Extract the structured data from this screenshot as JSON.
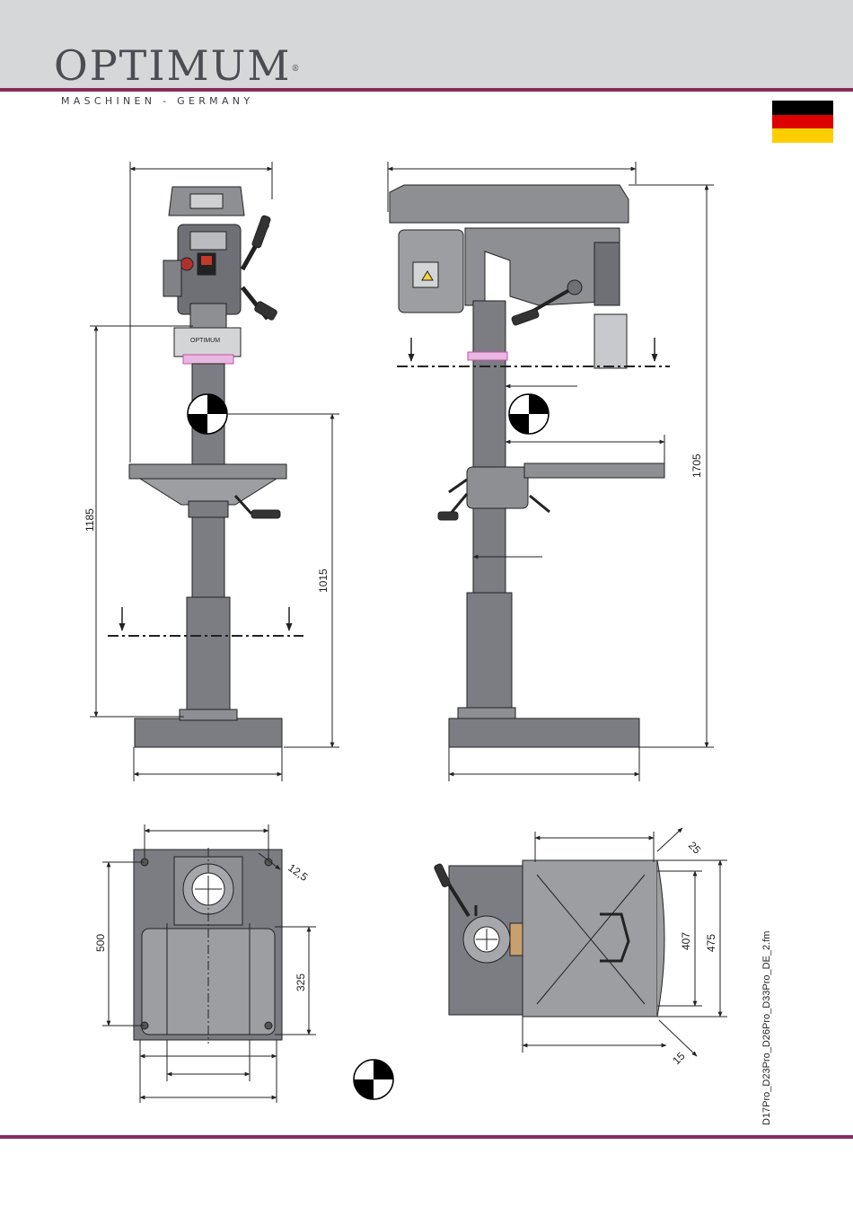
{
  "header": {
    "brand": "OPTIMUM",
    "registered_mark": "®",
    "tagline": "MASCHINEN - GERMANY",
    "flag_colors": [
      "#000000",
      "#dd0000",
      "#ffce00"
    ],
    "accent_color": "#8a2a5e"
  },
  "drawing": {
    "machine_label": "OPTIMUM",
    "dimensions": {
      "front_height_left": "1185",
      "front_height_right": "1015",
      "side_total_height": "1705",
      "base_depth": "500",
      "base_slot_length": "325",
      "base_corner": "12,5",
      "table_depth": "407",
      "table_width": "475",
      "table_offset_top": "25",
      "table_offset_bottom": "15"
    }
  },
  "footer": {
    "file_reference": "D17Pro_D23Pro_D26Pro_D33Pro_DE_2.fm"
  }
}
